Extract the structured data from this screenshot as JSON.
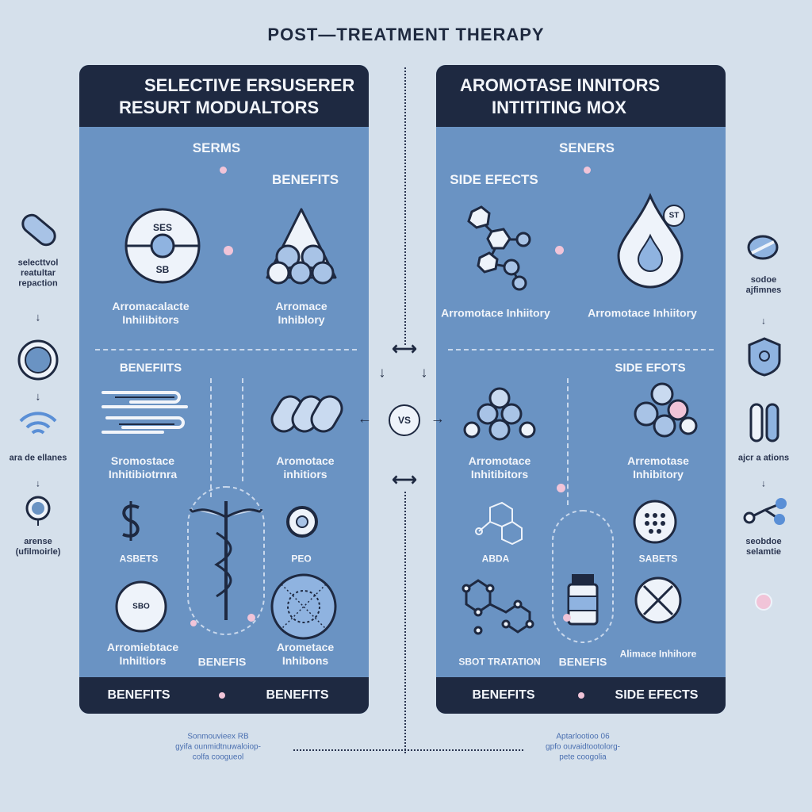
{
  "title": "POST—TREATMENT  THERAPY",
  "left_panel": {
    "header": [
      "SELECTIVE ERSUSERER",
      "RESURT MODUALTORS"
    ],
    "sections": {
      "top": "SERMS",
      "top_right": "BENEFITS",
      "mid": "BENEFIITS"
    },
    "icon_text": {
      "disc_top": "SES",
      "disc_bottom": "SB",
      "pill_text": "PEO"
    },
    "labels": [
      "Arromacalacte Inhilibitors",
      "Arromace Inhiblory",
      "Sromostace Inhitibiotrnra",
      "Aromotace inhitiors",
      "ASBETS",
      "PEO",
      "Arromiebtace Inhiltiors",
      "BENEFIS",
      "Arometace Inhibons"
    ],
    "disc_label": "SBO",
    "footer": [
      "BENEFITS",
      "BENEFITS"
    ]
  },
  "right_panel": {
    "header": [
      "AROMOTASE INNITORS",
      "INTITITING  MOX"
    ],
    "sections": {
      "top": "SENERS",
      "top_left": "SIDE EFECTS",
      "mid": "SIDE EFOTS"
    },
    "icon_text": {
      "drop_badge": "ST"
    },
    "labels": [
      "Arromotace Inhiitory",
      "Arromotace Inhiitory",
      "Arromotace Inhitibitors",
      "Arremotase Inhibitory",
      "ABDA",
      "SABETS",
      "SBOT TRATATION",
      "BENEFIS",
      "Alimace Inhihore"
    ],
    "footer": [
      "BENEFITS",
      "SIDE EFECTS"
    ]
  },
  "center": {
    "vs": "VS"
  },
  "left_side": [
    "selecttvol reatultar repaction",
    "ara de ellanes",
    "arense (ufilmoirle)"
  ],
  "right_side": [
    "sodoe ajfimnes",
    "ajcr a ations",
    "seobdoe selamtie"
  ],
  "bottom_notes": {
    "left": [
      "Sonmouvieex RB",
      "gyifa ounmidtnuwaloiop-",
      "colfa coogueol"
    ],
    "right": [
      "Aptarlootioo 06",
      "gpfo ouvaidtootolorg-",
      "pete coogolia"
    ]
  },
  "colors": {
    "background": "#d5e0eb",
    "panel": "#6a93c3",
    "header": "#1e2941",
    "accent_pink": "#f1c4d8"
  }
}
